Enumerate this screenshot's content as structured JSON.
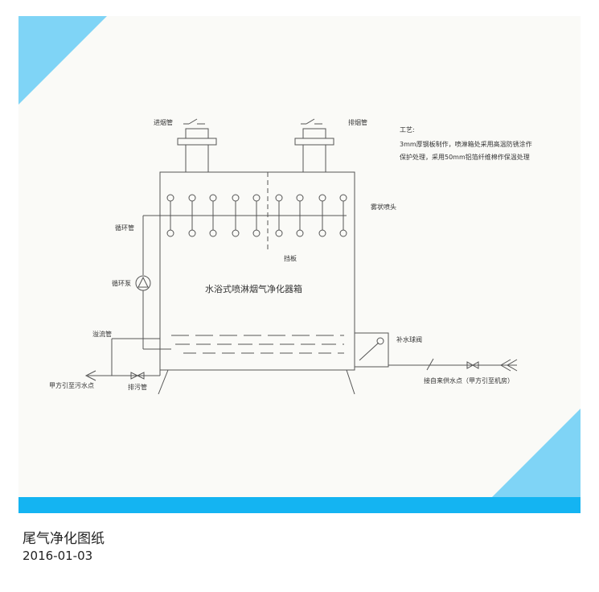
{
  "colors": {
    "accent": "#14b4f2",
    "corner": "#7fd4f6",
    "line": "#555555"
  },
  "diagram": {
    "inlet_pipe": "进烟管",
    "outlet_pipe": "排烟管",
    "spray_nozzle": "雾状喷头",
    "baffle": "挡板",
    "circulation_pipe": "循环管",
    "circulation_pump": "循环泵",
    "tank_name": "水浴式喷淋烟气净化器箱",
    "overflow_pipe": "溢流管",
    "drain_pipe": "排污管",
    "sewage_point": "甲方引至污水点",
    "float_valve": "补水球阀",
    "water_supply": "接自来供水点（甲方引至机房）",
    "notes": {
      "heading": "工艺:",
      "line1": "3mm厚钢板制作，喷淋箱处采用高温防锈涂作",
      "line2": "保护处理，采用50mm铝箔纤维棉作保温处理"
    }
  },
  "caption": {
    "title": "尾气净化图纸",
    "date": "2016-01-03"
  }
}
